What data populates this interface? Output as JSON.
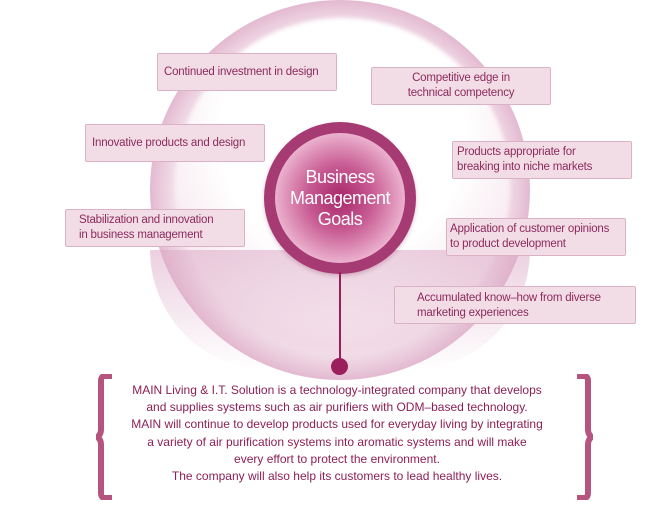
{
  "center": {
    "lines": [
      "Business",
      "Management",
      "Goals"
    ]
  },
  "goals": [
    {
      "id": "continued-investment",
      "lines": [
        "Continued investment in design"
      ]
    },
    {
      "id": "competitive-edge",
      "lines": [
        "Competitive edge in",
        "technical competency"
      ]
    },
    {
      "id": "innovative-products",
      "lines": [
        "Innovative products and design"
      ]
    },
    {
      "id": "niche-markets",
      "lines": [
        "Products appropriate for",
        "breaking into niche markets"
      ]
    },
    {
      "id": "stabilization",
      "lines": [
        "Stabilization and innovation",
        "in business management"
      ]
    },
    {
      "id": "customer-opinions",
      "lines": [
        "Application of customer opinions",
        "to product development"
      ]
    },
    {
      "id": "know-how",
      "lines": [
        "Accumulated know–how from diverse",
        "marketing experiences"
      ]
    }
  ],
  "description": {
    "lines": [
      "MAIN Living & I.T. Solution is a technology-integrated company that develops",
      "and supplies systems such as air purifiers with ODM–based technology.",
      "MAIN will continue to develop products used for everyday living by integrating",
      "a variety of air purification systems into aromatic systems and will make",
      "every effort to protect the environment.",
      "The company will also help its customers to lead healthy lives."
    ]
  },
  "colors": {
    "accent": "#9b1f5d",
    "box_fill": "#f2dde6",
    "box_border": "#dab1c5",
    "text": "#8d2a5c",
    "brace": "#b5557f"
  }
}
